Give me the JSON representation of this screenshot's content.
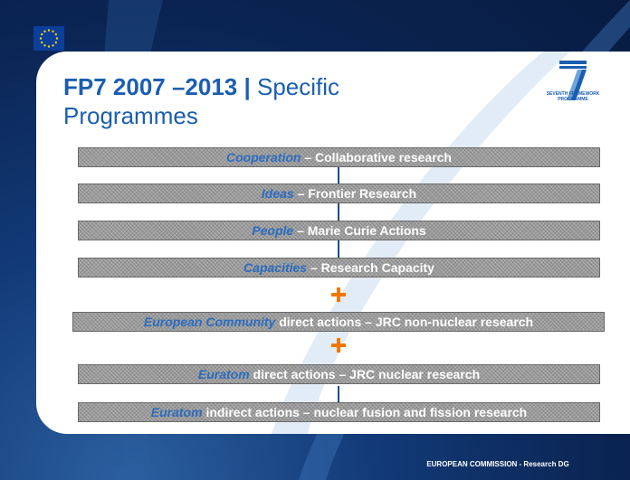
{
  "title": {
    "bold": "FP7 2007 –2013 |",
    "normal": " Specific Programmes"
  },
  "logo": {
    "line1": "SEVENTH FRAMEWORK",
    "line2": "PROGRAMME",
    "icon": "fp7-seven-logo"
  },
  "flag": {
    "icon": "eu-flag-icon"
  },
  "programmes": [
    {
      "emph": "Cooperation",
      "rest": " – Collaborative research"
    },
    {
      "emph": "Ideas",
      "rest": " – Frontier Research"
    },
    {
      "emph": "People",
      "rest": " – Marie Curie Actions"
    },
    {
      "emph": "Capacities",
      "rest": " – Research Capacity"
    },
    {
      "emph": "European Community",
      "rest": " direct actions – JRC non-nuclear research"
    },
    {
      "emph": "Euratom",
      "rest": " direct actions – JRC nuclear research"
    },
    {
      "emph": "Euratom",
      "rest": " indirect actions – nuclear fusion and fission research"
    }
  ],
  "footer": "EUROPEAN COMMISSION  - Research DG",
  "colors": {
    "accent": "#1a5eb0",
    "plus": "#f07800",
    "bar": "#9a9a9a",
    "background": "#0b2a5a"
  }
}
